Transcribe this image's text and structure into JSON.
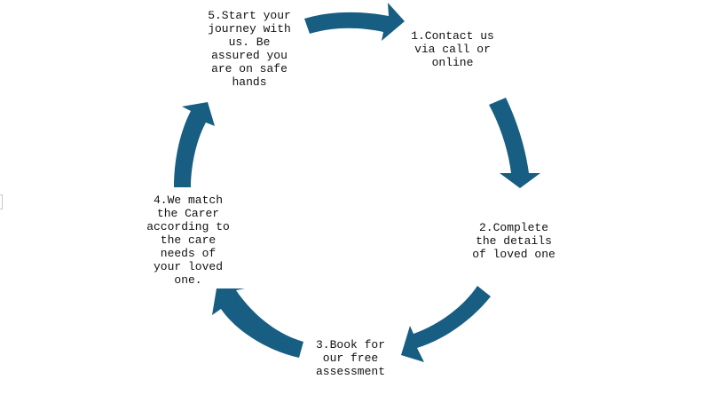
{
  "diagram": {
    "arrow_color": "#175e82",
    "steps": [
      {
        "id": 1,
        "text": "1.Contact us\nvia call or\nonline"
      },
      {
        "id": 2,
        "text": "2.Complete\nthe details\nof loved one"
      },
      {
        "id": 3,
        "text": "3.Book for\nour free\nassessment"
      },
      {
        "id": 4,
        "text": "4.We match\nthe Carer\naccording to\nthe care\nneeds of\nyour loved\none."
      },
      {
        "id": 5,
        "text": "5.Start your\njourney with\nus. Be\nassured you\nare on safe\nhands"
      }
    ]
  }
}
